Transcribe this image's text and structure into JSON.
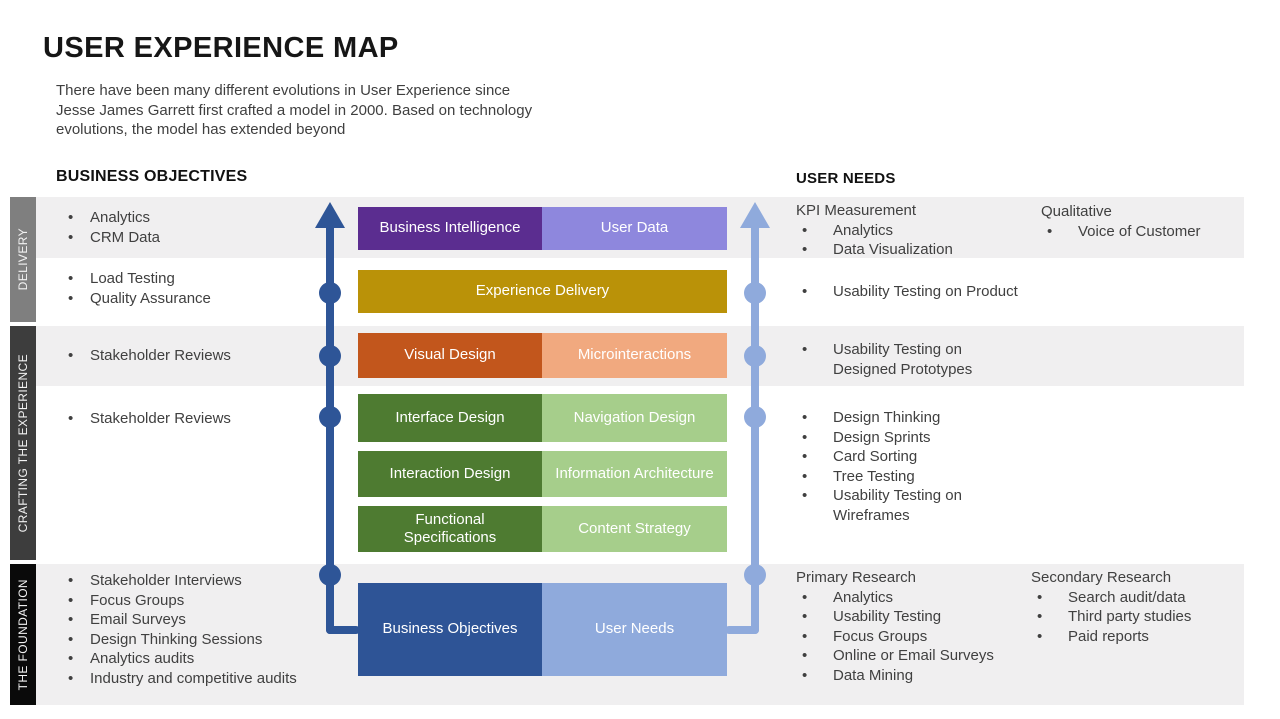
{
  "bullet": "•",
  "title": "USER EXPERIENCE MAP",
  "subtitle_lines": [
    "There have been many different evolutions in User Experience since",
    "Jesse James Garrett first crafted a model in 2000. Based on technology",
    "evolutions, the model has extended beyond"
  ],
  "column_headers": {
    "left": "BUSINESS OBJECTIVES",
    "right": "USER NEEDS"
  },
  "phases": [
    {
      "label": "DELIVERY",
      "color": "#7f7f7f"
    },
    {
      "label": "CRAFTING THE EXPERIENCE",
      "color": "#3d3d3d"
    },
    {
      "label": "THE FOUNDATION",
      "color": "#0a0a0a"
    }
  ],
  "arrows": {
    "business_objectives_color": "#2e5597",
    "user_needs_color": "#8faadc"
  },
  "rows": [
    {
      "left_items": [
        "Analytics",
        "CRM Data"
      ],
      "boxes": [
        {
          "label": "Business Intelligence",
          "color": "#5b2d90"
        },
        {
          "label": "User Data",
          "color": "#8e87dd"
        }
      ],
      "right_groups": [
        {
          "heading": "KPI Measurement",
          "items": [
            "Analytics",
            "Data Visualization"
          ]
        },
        {
          "heading": "Qualitative",
          "items": [
            "Voice of Customer"
          ]
        }
      ]
    },
    {
      "left_items": [
        "Load Testing",
        "Quality Assurance"
      ],
      "boxes": [
        {
          "label": "Experience Delivery",
          "color": "#ba9208"
        }
      ],
      "right_groups": [
        {
          "items": [
            "Usability Testing on Product"
          ]
        }
      ]
    },
    {
      "left_items": [
        "Stakeholder Reviews"
      ],
      "boxes": [
        {
          "label": "Visual Design",
          "color": "#c2561c"
        },
        {
          "label": "Microinteractions",
          "color": "#f1a97f"
        }
      ],
      "right_groups": [
        {
          "items": [
            "Usability Testing on Designed Prototypes"
          ]
        }
      ]
    },
    {
      "left_items": [
        "Stakeholder Reviews"
      ],
      "box_grid": [
        [
          {
            "label": "Interface Design",
            "color": "#4e7b31"
          },
          {
            "label": "Navigation Design",
            "color": "#a6ce8b"
          }
        ],
        [
          {
            "label": "Interaction Design",
            "color": "#4e7b31"
          },
          {
            "label": "Information Architecture",
            "color": "#a6ce8b"
          }
        ],
        [
          {
            "label": "Functional Specifications",
            "color": "#4e7b31"
          },
          {
            "label": "Content Strategy",
            "color": "#a6ce8b"
          }
        ]
      ],
      "right_groups": [
        {
          "items": [
            "Design Thinking",
            "Design Sprints",
            "Card Sorting",
            "Tree Testing",
            "Usability Testing on Wireframes"
          ]
        }
      ]
    },
    {
      "left_items": [
        "Stakeholder Interviews",
        "Focus Groups",
        "Email Surveys",
        "Design Thinking Sessions",
        "Analytics audits",
        "Industry and competitive audits"
      ],
      "boxes": [
        {
          "label": "Business Objectives",
          "color": "#2e5496"
        },
        {
          "label": "User Needs",
          "color": "#8faadc"
        }
      ],
      "right_groups": [
        {
          "heading": "Primary Research",
          "items": [
            "Analytics",
            "Usability Testing",
            "Focus Groups",
            "Online or Email Surveys",
            "Data Mining"
          ]
        },
        {
          "heading": "Secondary Research",
          "items": [
            "Search audit/data",
            "Third party studies",
            "Paid reports"
          ]
        }
      ]
    }
  ]
}
